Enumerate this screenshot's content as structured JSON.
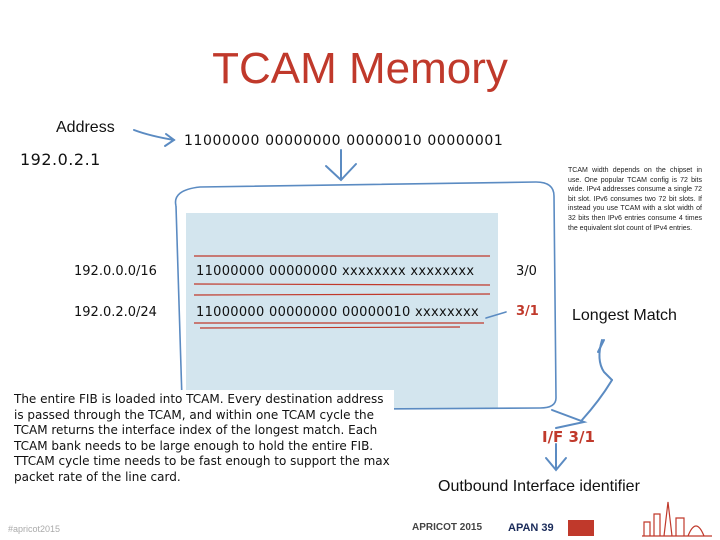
{
  "slide": {
    "title": "TCAM Memory",
    "address_label": "Address",
    "address_value": "192.0.2.1",
    "address_binary": "11000000 00000000 00000010 00000001",
    "note": "TCAM width depends on the chipset in use. One popular TCAM config is 72 bits wide. IPv4 addresses consume a single 72 bit slot. IPv6 consumes two 72 bit slots. If instead you use TCAM with a slot width of 32 bits then IPv6 entries consume 4 times the equivalent slot count of IPv4 entries.",
    "rows": [
      {
        "prefix": "192.0.0.0/16",
        "bits": "11000000 00000000 xxxxxxxx xxxxxxxx",
        "interface": "3/0",
        "highlight": false
      },
      {
        "prefix": "192.0.2.0/24",
        "bits": "11000000 00000000 00000010 xxxxxxxx",
        "interface": "3/1",
        "highlight": true
      }
    ],
    "longest_match": "Longest Match",
    "result_interface": "I/F 3/1",
    "outbound_label": "Outbound Interface identifier",
    "description": "The entire FIB is loaded into TCAM. Every destination address is passed through the TCAM, and within one TCAM cycle the TCAM returns the interface index of the longest match. Each TCAM bank needs to be large enough to hold the entire FIB. TTCAM cycle time needs to be fast enough to support the max packet rate of the line card.",
    "footer": {
      "left": "#apricot2015",
      "logo1": "APRICOT 2015",
      "logo2": "APAN 39"
    },
    "colors": {
      "title": "#c0392b",
      "accent_red": "#c0392b",
      "tcam_fill": "#d3e5ee",
      "arrow": "#5b8bc2"
    }
  }
}
